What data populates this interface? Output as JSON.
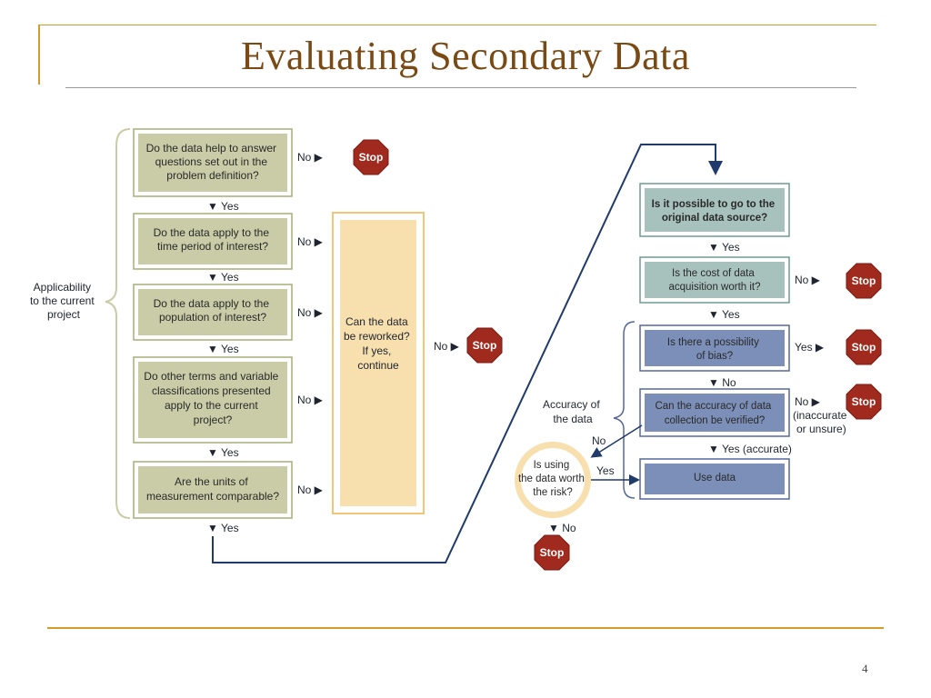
{
  "title": "Evaluating Secondary Data",
  "page_number": "4",
  "left": {
    "bracket_label": [
      "Applicability",
      "to the current",
      "project"
    ],
    "questions": [
      {
        "lines": [
          "Do the data help to answer",
          "questions set out in the",
          "problem definition?"
        ],
        "no": "No ▶",
        "yes": "▼ Yes"
      },
      {
        "lines": [
          "Do the data apply to the",
          "time period of interest?"
        ],
        "no": "No ▶",
        "yes": "▼ Yes"
      },
      {
        "lines": [
          "Do the data apply to the",
          "population of interest?"
        ],
        "no": "No ▶",
        "yes": "▼ Yes"
      },
      {
        "lines": [
          "Do other terms and variable",
          "classifications presented",
          "apply to the current",
          "project?"
        ],
        "no": "No ▶",
        "yes": "▼ Yes"
      },
      {
        "lines": [
          "Are the units of",
          "measurement comparable?"
        ],
        "no": "No ▶",
        "yes": "▼ Yes"
      }
    ],
    "stop_top": "Stop",
    "rework_lines": [
      "Can the data",
      "be reworked?",
      "If yes,",
      "continue"
    ],
    "rework_no": "No ▶",
    "rework_stop": "Stop"
  },
  "right": {
    "q_source": [
      "Is it possible to go to the",
      "original data source?"
    ],
    "q_source_yes": "▼ Yes",
    "q_cost": [
      "Is the cost of data",
      "acquisition worth it?"
    ],
    "q_cost_no": "No ▶",
    "q_cost_stop": "Stop",
    "q_cost_yes": "▼ Yes",
    "q_bias": [
      "Is there a possibility",
      "of bias?"
    ],
    "q_bias_yes": "Yes ▶",
    "q_bias_stop": "Stop",
    "q_bias_no": "▼ No",
    "q_accuracy": [
      "Can the accuracy of data",
      "collection be verified?"
    ],
    "q_accuracy_no": [
      "No ▶",
      "(inaccurate",
      "or unsure)"
    ],
    "q_accuracy_stop": "Stop",
    "q_accuracy_yes": "▼ Yes (accurate)",
    "accuracy_label": [
      "Accuracy of",
      "the data"
    ],
    "no_diag": "No",
    "risk": [
      "Is using",
      "the data worth",
      "the risk?"
    ],
    "risk_yes": "Yes",
    "risk_no": "▼ No",
    "risk_stop": "Stop",
    "use_data": "Use data"
  },
  "colors": {
    "title": "#7a4a14",
    "accent_gold": "#d49a2a",
    "left_box_fill": "#c9cca6",
    "left_box_border": "#a9ad78",
    "right_teal_fill": "#a7c1bc",
    "right_teal_border": "#6f9a94",
    "right_blue_fill": "#7c8fb8",
    "right_blue_border": "#56689a",
    "rework_fill": "#f7dfae",
    "rework_border": "#f1c777",
    "stop_red": "#a02a1e",
    "line_navy": "#1f3a6b"
  }
}
